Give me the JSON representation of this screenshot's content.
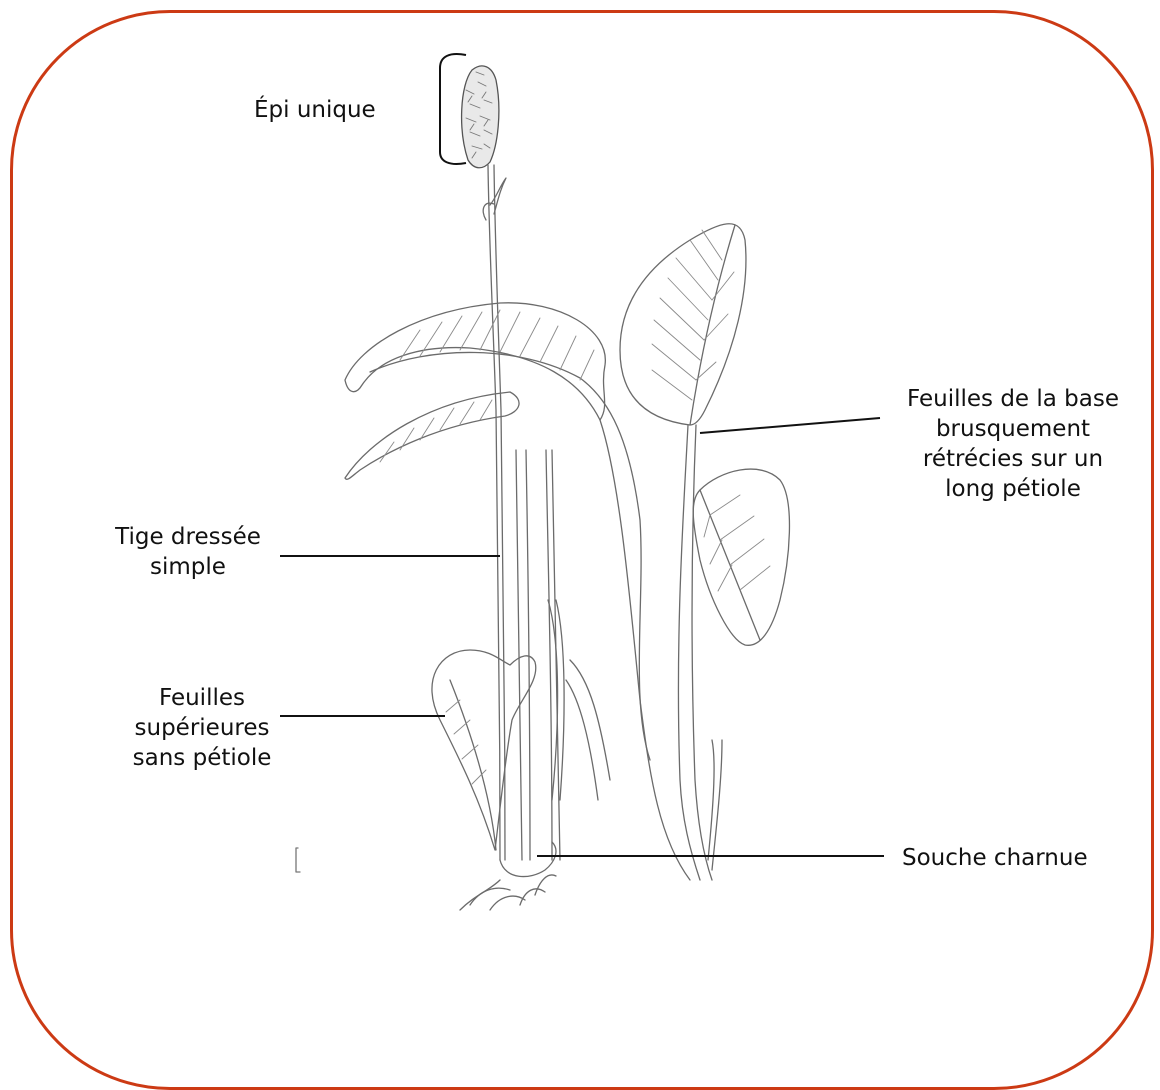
{
  "colors": {
    "frame": "#cc3a14",
    "ink": "#111111",
    "drawing": "#6b6b6b"
  },
  "labels": {
    "epi": "Épi unique",
    "base_line1": "Feuilles de la base",
    "base_line2": "brusquement",
    "base_line3": "rétrécies sur un",
    "base_line4": "long pétiole",
    "tige_line1": "Tige dressée",
    "tige_line2": "simple",
    "sup_line1": "Feuilles",
    "sup_line2": "supérieures",
    "sup_line3": "sans pétiole",
    "souche": "Souche charnue"
  },
  "illustration": "plant-botanical-drawing"
}
